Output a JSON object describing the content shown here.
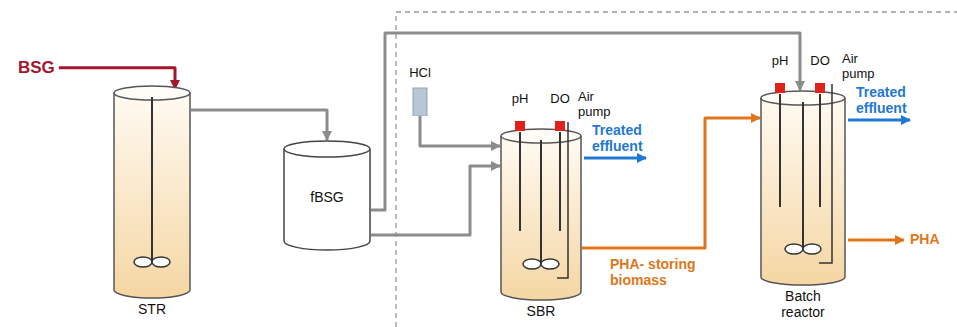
{
  "diagram": {
    "nodes": [
      {
        "text": [
          "BSG"
        ]
      },
      {
        "text": [
          "STR"
        ]
      },
      {
        "text": [
          "fBSG"
        ]
      },
      {
        "text": [
          "HCl"
        ]
      },
      {
        "text": [
          "SBR"
        ]
      },
      {
        "text": [
          "Batch reactor"
        ]
      }
    ],
    "edges": [
      {
        "from": 0,
        "to": 1,
        "arrow": "to"
      },
      {
        "from": 1,
        "to": 2,
        "arrow": "to"
      },
      {
        "from": 2,
        "to": 4,
        "arrow": "to"
      },
      {
        "from": 2,
        "to": 5,
        "arrow": "to"
      },
      {
        "from": 3,
        "to": 4,
        "arrow": "to"
      },
      {
        "from": 4,
        "to": 5,
        "label": "PHA- storing biomass",
        "arrow": "to"
      }
    ],
    "labels": [
      "pH",
      "DO",
      "Air pump",
      "Treated effluent",
      "pH",
      "DO",
      "Air pump",
      "Treated effluent",
      "PHA"
    ]
  }
}
